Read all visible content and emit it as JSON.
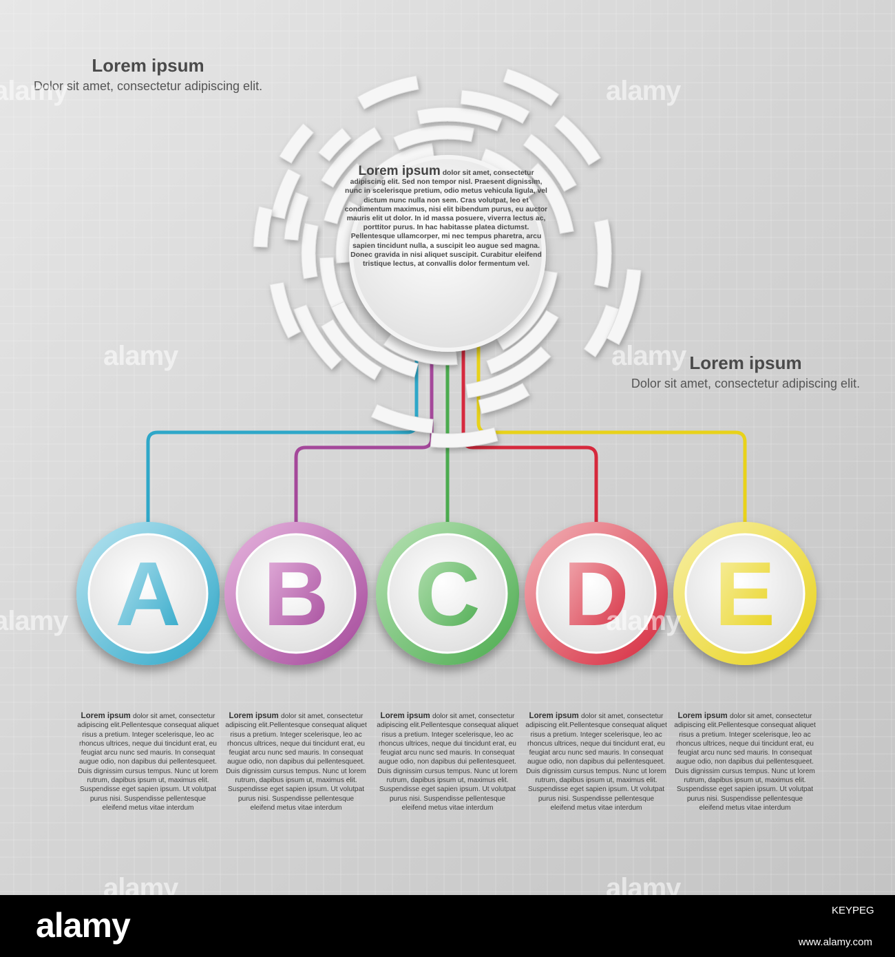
{
  "top_left": {
    "title": "Lorem ipsum",
    "subtitle": "Dolor sit amet, consectetur adipiscing elit."
  },
  "mid_right": {
    "title": "Lorem ipsum",
    "subtitle": "Dolor sit amet, consectetur adipiscing elit."
  },
  "center": {
    "title": "Lorem ipsum",
    "body": "dolor sit amet, consectetur adipiscing elit. Sed non tempor nisl. Praesent dignissim, nunc in scelerisque pretium, odio metus vehicula ligula, vel dictum nunc nulla non sem. Cras volutpat, leo et condimentum maximus, nisi elit bibendum purus, eu auctor mauris elit ut dolor. In id massa posuere, viverra lectus ac, porttitor purus. In hac habitasse platea dictumst. Pellentesque ullamcorper, mi nec tempus pharetra, arcu sapien tincidunt nulla, a suscipit leo augue sed magna. Donec gravida in nisi aliquet suscipit. Curabitur eleifend tristique lectus, at convallis dolor fermentum vel."
  },
  "options": [
    {
      "letter": "A",
      "color": "#2ea7c8",
      "light": "#b9e4f0",
      "title": "Lorem ipsum",
      "body": "dolor sit amet, consectetur adipiscing elit.Pellentesque consequat aliquet risus a pretium. Integer scelerisque, leo ac rhoncus ultrices, neque dui tincidunt erat, eu feugiat arcu nunc sed mauris. In consequat augue odio, non dapibus dui pellentesqueet. Duis dignissim cursus tempus. Nunc ut lorem rutrum, dapibus ipsum ut, maximus elit. Suspendisse eget sapien ipsum. Ut volutpat purus nisi. Suspendisse pellentesque eleifend metus vitae interdum"
    },
    {
      "letter": "B",
      "color": "#a4489a",
      "light": "#e6b5de",
      "title": "Lorem ipsum",
      "body": "dolor sit amet, consectetur adipiscing elit.Pellentesque consequat aliquet risus a pretium. Integer scelerisque, leo ac rhoncus ultrices, neque dui tincidunt erat, eu feugiat arcu nunc sed mauris. In consequat augue odio, non dapibus dui pellentesqueet. Duis dignissim cursus tempus. Nunc ut lorem rutrum, dapibus ipsum ut, maximus elit. Suspendisse eget sapien ipsum. Ut volutpat purus nisi. Suspendisse pellentesque eleifend metus vitae interdum"
    },
    {
      "letter": "C",
      "color": "#4bab4f",
      "light": "#b8e2b5",
      "title": "Lorem ipsum",
      "body": "dolor sit amet, consectetur adipiscing elit.Pellentesque consequat aliquet risus a pretium. Integer scelerisque, leo ac rhoncus ultrices, neque dui tincidunt erat, eu feugiat arcu nunc sed mauris. In consequat augue odio, non dapibus dui pellentesqueet. Duis dignissim cursus tempus. Nunc ut lorem rutrum, dapibus ipsum ut, maximus elit. Suspendisse eget sapien ipsum. Ut volutpat purus nisi. Suspendisse pellentesque eleifend metus vitae interdum"
    },
    {
      "letter": "D",
      "color": "#d6293d",
      "light": "#f2b3b8",
      "title": "Lorem ipsum",
      "body": "dolor sit amet, consectetur adipiscing elit.Pellentesque consequat aliquet risus a pretium. Integer scelerisque, leo ac rhoncus ultrices, neque dui tincidunt erat, eu feugiat arcu nunc sed mauris. In consequat augue odio, non dapibus dui pellentesqueet. Duis dignissim cursus tempus. Nunc ut lorem rutrum, dapibus ipsum ut, maximus elit. Suspendisse eget sapien ipsum. Ut volutpat purus nisi. Suspendisse pellentesque eleifend metus vitae interdum"
    },
    {
      "letter": "E",
      "color": "#e8d21a",
      "light": "#f7efa6",
      "title": "Lorem ipsum",
      "body": "dolor sit amet, consectetur adipiscing elit.Pellentesque consequat aliquet risus a pretium. Integer scelerisque, leo ac rhoncus ultrices, neque dui tincidunt erat, eu feugiat arcu nunc sed mauris. In consequat augue odio, non dapibus dui pellentesqueet. Duis dignissim cursus tempus. Nunc ut lorem rutrum, dapibus ipsum ut, maximus elit. Suspendisse eget sapien ipsum. Ut volutpat purus nisi. Suspendisse pellentesque eleifend metus vitae interdum"
    }
  ],
  "watermark": "alamy",
  "footer": {
    "logo": "alamy",
    "image_id": "KEYPEG",
    "url": "www.alamy.com"
  }
}
